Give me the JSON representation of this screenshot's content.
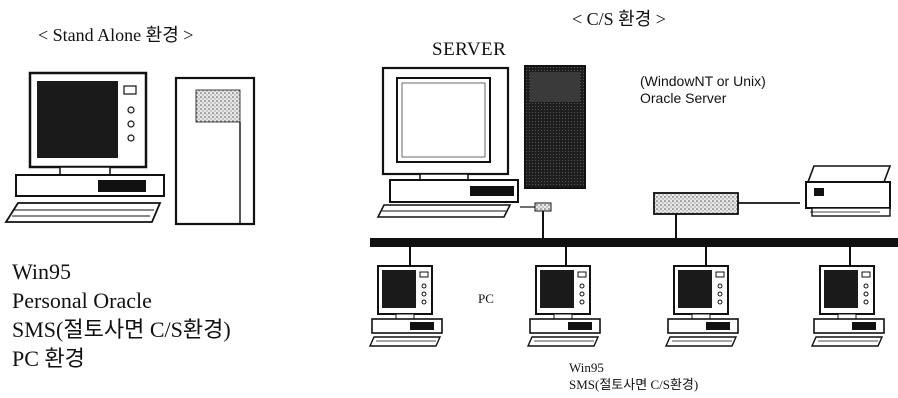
{
  "standalone": {
    "title": "< Stand Alone 환경 >",
    "lines": [
      "Win95",
      "Personal Oracle",
      "SMS(절토사면 C/S환경)",
      "PC 환경"
    ]
  },
  "cs": {
    "title": "< C/S 환경 >",
    "server_label": "SERVER",
    "server_note": [
      "(WindowNT or Unix)",
      "Oracle Server"
    ],
    "pc_label": "PC",
    "client_note": [
      "Win95",
      "SMS(절토사면 C/S환경)"
    ]
  },
  "icons": {
    "standalone_pc": "desktop-computer-icon",
    "standalone_tower": "tower-case-icon",
    "server": "server-workstation-icon",
    "hub": "network-hub-icon",
    "printer": "printer-icon",
    "client_pc": "desktop-computer-icon"
  },
  "colors": {
    "ink": "#111111",
    "screen": "#1a1a1a",
    "bus": "#111111"
  }
}
